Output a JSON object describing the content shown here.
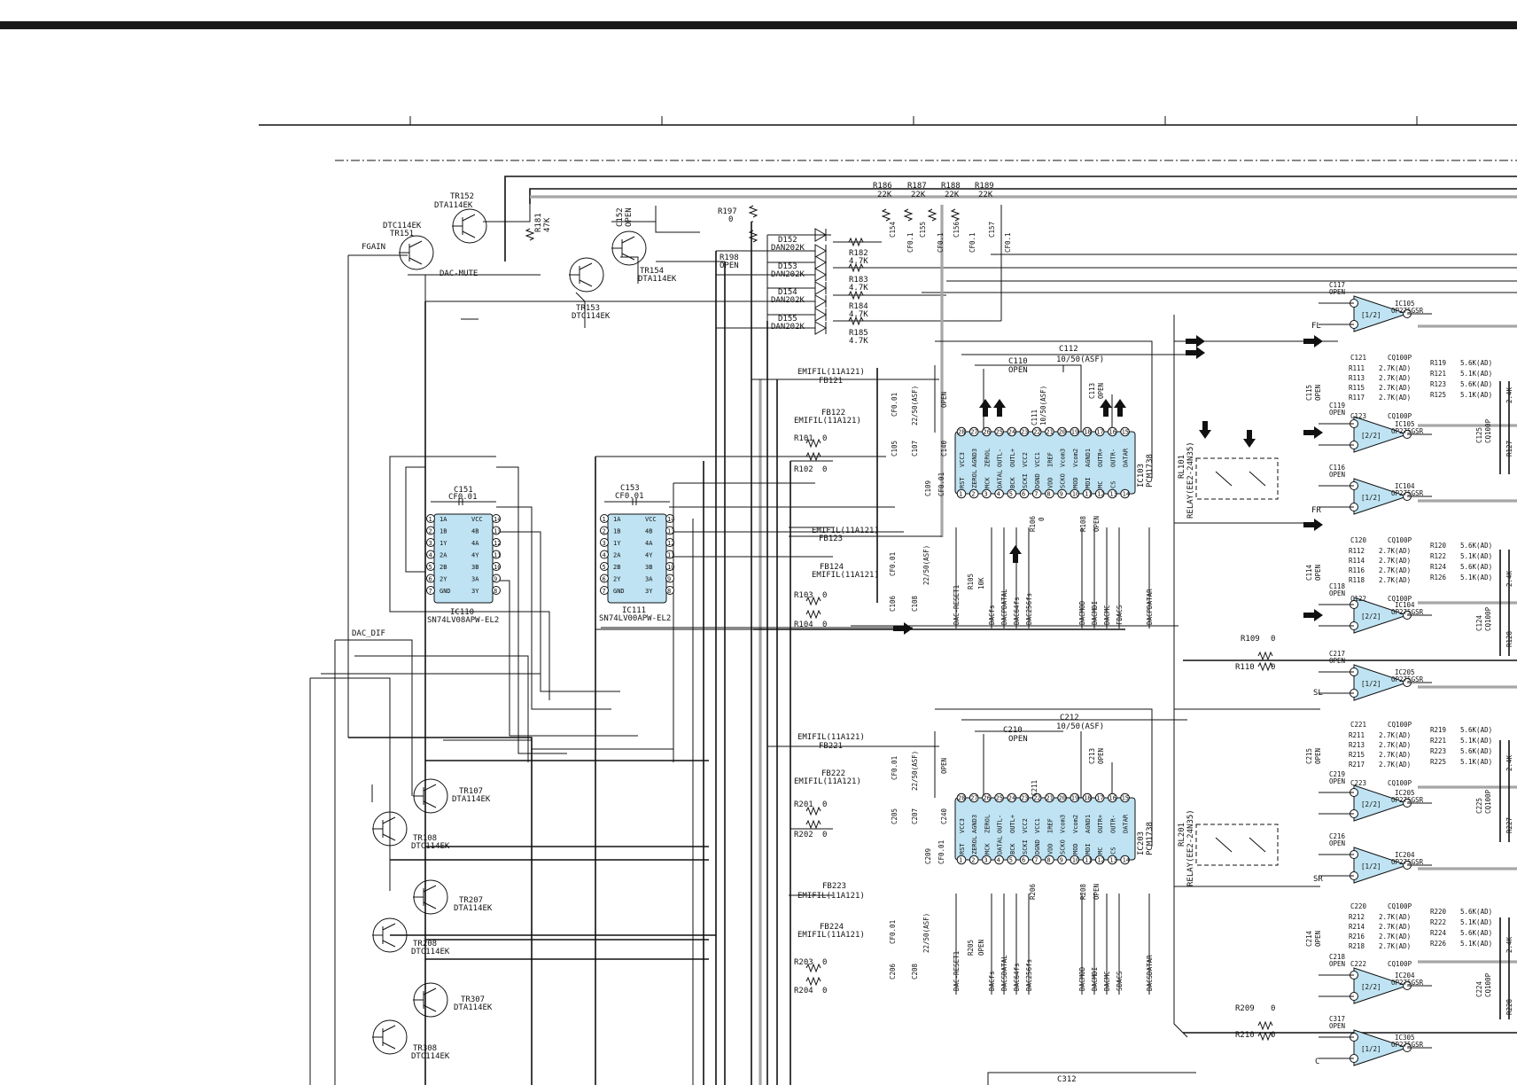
{
  "colors": {
    "ink": "#111111",
    "chip_fill": "#bfe3f2",
    "bus_gray": "#a6a6a6",
    "frame": "#1a1a1a"
  },
  "transistors": {
    "tr152": [
      "TR152",
      "DTA114EK"
    ],
    "tr151": [
      "DTC114EK",
      "TR151"
    ],
    "tr153": [
      "TR153",
      "DTC114EK"
    ],
    "tr154": [
      "TR154",
      "DTA114EK"
    ],
    "tr107": [
      "TR107",
      "DTA114EK"
    ],
    "tr108": [
      "TR108",
      "DTC114EK"
    ],
    "tr207": [
      "TR207",
      "DTA114EK"
    ],
    "tr208": [
      "TR208",
      "DTC114EK"
    ],
    "tr307": [
      "TR307",
      "DTA114EK"
    ],
    "tr308": [
      "TR308",
      "DTC114EK"
    ]
  },
  "nets": {
    "fgain": "FGAIN",
    "dac_mute": "DAC-MUTE",
    "dac_dif": "DAC_DIF"
  },
  "passives_top": {
    "r181": [
      "R181",
      "47K"
    ],
    "c152": [
      "C152",
      "OPEN"
    ],
    "r197": [
      "R197",
      "0"
    ],
    "r198": [
      "R198",
      "OPEN"
    ],
    "r186": [
      "R186",
      "22K"
    ],
    "r187": [
      "R187",
      "22K"
    ],
    "r188": [
      "R188",
      "22K"
    ],
    "r189": [
      "R189",
      "22K"
    ],
    "c154": "C154",
    "c155": "C155",
    "c156": "C156",
    "c157": "C157",
    "cf01": "CF0.1",
    "r182": [
      "R182",
      "4.7K"
    ],
    "r183": [
      "R183",
      "4.7K"
    ],
    "r184": [
      "R184",
      "4.7K"
    ],
    "r185": [
      "R185",
      "4.7K"
    ],
    "d152": [
      "D152",
      "DAN202K"
    ],
    "d153": [
      "D153",
      "DAN202K"
    ],
    "d154": [
      "D154",
      "DAN202K"
    ],
    "d155": [
      "D155",
      "DAN202K"
    ]
  },
  "logic": {
    "ic110": {
      "ref": "IC110",
      "part": "SN74LV08APW-EL2",
      "cap": "C151",
      "capv": "CF0.01"
    },
    "ic111": {
      "ref": "IC111",
      "part": "SN74LV00APW-EL2",
      "cap": "C153",
      "capv": "CF0.01"
    },
    "pins_left": [
      "1A",
      "1B",
      "1Y",
      "2A",
      "2B",
      "2Y",
      "GND"
    ],
    "pins_right": [
      "VCC",
      "4B",
      "4A",
      "4Y",
      "3B",
      "3A",
      "3Y"
    ],
    "nums_left": [
      "1",
      "2",
      "3",
      "4",
      "5",
      "6",
      "7"
    ],
    "nums_right": [
      "14",
      "13",
      "12",
      "11",
      "10",
      "9",
      "8"
    ]
  },
  "dac1": {
    "ref": "IC103",
    "part": "PCM1738",
    "top_pins": [
      "VCC3",
      "AGND3",
      "ZEROL",
      "OUTL-",
      "OUTL+",
      "VCC2",
      "VCC1",
      "IREF",
      "Vcom3",
      "Vcom2",
      "AGND1",
      "OUTR+",
      "OUTR-",
      "DATAR"
    ],
    "bot_pins": [
      "RST",
      "ZEROL",
      "MCK",
      "DATAL",
      "BCK",
      "SCKI",
      "DGND",
      "VDD",
      "SCKO",
      "MOD",
      "MDI",
      "MC",
      "CS",
      ""
    ],
    "top_nums": [
      "28",
      "27",
      "26",
      "25",
      "24",
      "23",
      "22",
      "21",
      "20",
      "19",
      "18",
      "17",
      "16",
      "15"
    ],
    "bot_nums": [
      "1",
      "2",
      "3",
      "4",
      "5",
      "6",
      "7",
      "8",
      "9",
      "10",
      "11",
      "12",
      "13",
      "14"
    ],
    "emifil1": "EMIFIL(11A121)",
    "fb121": "FB121",
    "fb122": "FB122",
    "emifil2": "EMIFIL(11A121)",
    "emifil3": "EMIFIL(11A121)",
    "fb123": "FB123",
    "fb124": "FB124",
    "emifil4": "EMIFIL(11A121)",
    "c110": "C110",
    "open": "OPEN",
    "c112": "C112",
    "c112v": "10/50(ASF)",
    "c111": "C111",
    "c111v": "10/50(ASF)",
    "c113": "C113",
    "c114": "C114",
    "c115": "C115",
    "cf001": "CF0.01",
    "c105": "C105",
    "c107": "C107",
    "c107v": "22/50(ASF)",
    "c140": "C140",
    "c109": "C109",
    "r101": [
      "R101",
      "0"
    ],
    "r102": [
      "R102",
      "0"
    ],
    "r103": [
      "R103",
      "0"
    ],
    "r104": [
      "R104",
      "0"
    ],
    "r105": [
      "R105",
      "10K"
    ],
    "r106": [
      "R106",
      "0"
    ],
    "r108": "R108",
    "c106": "C106",
    "c108": "C108",
    "c108v": "22/50(ASF)",
    "bus": [
      "DAC-RESET1",
      "DACfs",
      "DACPDATAL",
      "DAC64fs",
      "DAC256fs",
      "DACMOD",
      "DACMDI",
      "DACMC",
      "FDACS",
      "DACPDATAR"
    ]
  },
  "dac2": {
    "ref": "IC203",
    "part": "PCM1738",
    "emifil1": "EMIFIL(11A121)",
    "fb221": "FB221",
    "fb222": "FB222",
    "emifil2": "EMIFIL(11A121)",
    "fb223": "FB223",
    "emifil3": "EMIFIL(11A121)",
    "fb224": "FB224",
    "emifil4": "EMIFIL(11A121)",
    "c210": "C210",
    "c212": "C212",
    "c212v": "10/50(ASF)",
    "c211": "C211",
    "c213": "C213",
    "c205": "C205",
    "c207": "C207",
    "c207v": "22/50(ASF)",
    "c240": "C240",
    "c209": "C209",
    "r201": [
      "R201",
      "0"
    ],
    "r202": [
      "R202",
      "0"
    ],
    "r203": [
      "R203",
      "0"
    ],
    "r204": [
      "R204",
      "0"
    ],
    "r205": "R205",
    "r206": "R206",
    "r208": "R208",
    "c206": "C206",
    "c208": "C208",
    "bus": [
      "DAC-RESET1",
      "DACfs",
      "DACSDATAL",
      "DAC64fs",
      "DAC256fs",
      "DACMOD",
      "DACMDI",
      "DACMC",
      "SDACS",
      "DACSDATAR"
    ]
  },
  "relays": {
    "rl101": [
      "RL101",
      "RELAY(EE2-24N35)"
    ],
    "rl201": [
      "RL201",
      "RELAY(EE2-24N35)"
    ]
  },
  "opamps": {
    "ic105a": {
      "ref": "IC105",
      "part": "OP275GSR",
      "half": "1/2",
      "cap": "C117",
      "capv": "OPEN"
    },
    "ic105b": {
      "ref": "IC105",
      "part": "OP275GSR",
      "half": "2/2",
      "cap": "C119",
      "capv": "OPEN"
    },
    "ic104a": {
      "ref": "IC104",
      "part": "OP275GSR",
      "half": "1/2",
      "cap": "C116",
      "capv": "OPEN"
    },
    "ic104b": {
      "ref": "IC104",
      "part": "OP275GSR",
      "half": "2/2",
      "cap": "C118",
      "capv": "OPEN"
    },
    "ic205a": {
      "ref": "IC205",
      "part": "OP275GSR",
      "half": "1/2",
      "cap": "C217",
      "capv": "OPEN"
    },
    "ic205b": {
      "ref": "IC205",
      "part": "OP275GSR",
      "half": "2/2",
      "cap": "C219",
      "capv": "OPEN"
    },
    "ic204a": {
      "ref": "IC204",
      "part": "OP275GSR",
      "half": "1/2",
      "cap": "C216",
      "capv": "OPEN"
    },
    "ic204b": {
      "ref": "IC204",
      "part": "OP275GSR",
      "half": "2/2",
      "cap": "C218",
      "capv": "OPEN"
    },
    "ic305a": {
      "ref": "IC305",
      "part": "OP275GSR",
      "half": "1/2",
      "cap": "C317",
      "capv": "OPEN"
    }
  },
  "channels": {
    "fl": "FL",
    "fr": "FR",
    "sl": "SL",
    "sr": "SR",
    "c": "C"
  },
  "opamp_passives": {
    "c121": [
      "C121",
      "CQ100P"
    ],
    "c123": [
      "C123",
      "CQ100P"
    ],
    "c120": [
      "C120",
      "CQ100P"
    ],
    "c122": [
      "C122",
      "CQ100P"
    ],
    "c221": [
      "C221",
      "CQ100P"
    ],
    "c223": [
      "C223",
      "CQ100P"
    ],
    "c220": [
      "C220",
      "CQ100P"
    ],
    "c222": [
      "C222",
      "CQ100P"
    ],
    "r111": [
      "R111",
      "2.7K(AD)"
    ],
    "r113": [
      "R113",
      "2.7K(AD)"
    ],
    "r115": [
      "R115",
      "2.7K(AD)"
    ],
    "r117": [
      "R117",
      "2.7K(AD)"
    ],
    "r119": [
      "R119",
      "5.6K(AD)"
    ],
    "r121": [
      "R121",
      "5.1K(AD)"
    ],
    "r123": [
      "R123",
      "5.6K(AD)"
    ],
    "r125": [
      "R125",
      "5.1K(AD)"
    ],
    "r112": [
      "R112",
      "2.7K(AD)"
    ],
    "r114": [
      "R114",
      "2.7K(AD)"
    ],
    "r116": [
      "R116",
      "2.7K(AD)"
    ],
    "r118": [
      "R118",
      "2.7K(AD)"
    ],
    "r120": [
      "R120",
      "5.6K(AD)"
    ],
    "r122": [
      "R122",
      "5.1K(AD)"
    ],
    "r124": [
      "R124",
      "5.6K(AD)"
    ],
    "r126": [
      "R126",
      "5.1K(AD)"
    ],
    "r211": [
      "R211",
      "2.7K(AD)"
    ],
    "r213": [
      "R213",
      "2.7K(AD)"
    ],
    "r215": [
      "R215",
      "2.7K(AD)"
    ],
    "r217": [
      "R217",
      "2.7K(AD)"
    ],
    "r219": [
      "R219",
      "5.6K(AD)"
    ],
    "r221": [
      "R221",
      "5.1K(AD)"
    ],
    "r223": [
      "R223",
      "5.6K(AD)"
    ],
    "r225": [
      "R225",
      "5.1K(AD)"
    ],
    "r212": [
      "R212",
      "2.7K(AD)"
    ],
    "r214": [
      "R214",
      "2.7K(AD)"
    ],
    "r216": [
      "R216",
      "2.7K(AD)"
    ],
    "r218": [
      "R218",
      "2.7K(AD)"
    ],
    "r220": [
      "R220",
      "5.6K(AD)"
    ],
    "r222": [
      "R222",
      "5.1K(AD)"
    ],
    "r224": [
      "R224",
      "5.6K(AD)"
    ],
    "r226": [
      "R226",
      "5.1K(AD)"
    ],
    "c115": [
      "C115",
      "OPEN"
    ],
    "c114": [
      "C114",
      "OPEN"
    ],
    "c215": [
      "C215",
      "OPEN"
    ],
    "c214": [
      "C214",
      "OPEN"
    ],
    "c125": [
      "C125",
      "CQ100P"
    ],
    "c124": [
      "C124",
      "CQ100P"
    ],
    "c225": [
      "C225",
      "CQ100P"
    ],
    "c224": [
      "C224",
      "CQ100P"
    ],
    "r127": "R127",
    "r128": "R128",
    "r227": "R227",
    "r228": "R228",
    "r109": [
      "R109",
      "0"
    ],
    "r110": [
      "R110",
      "0"
    ],
    "r209": [
      "R209",
      "0"
    ],
    "r210": [
      "R210",
      "0"
    ],
    "c312": "C312",
    "r24k": "2.4K"
  }
}
